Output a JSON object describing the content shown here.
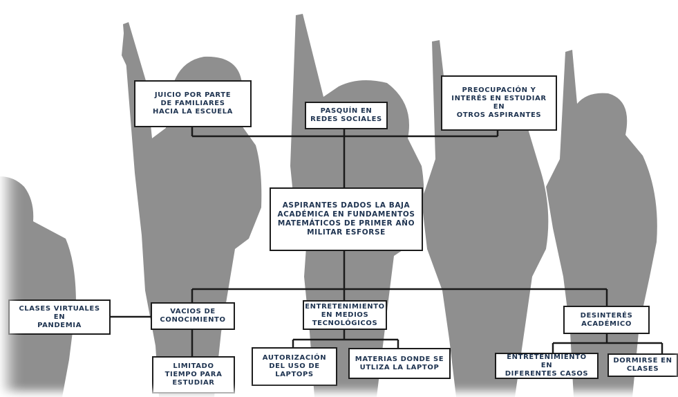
{
  "diagram": {
    "causes": [
      {
        "id": "c1",
        "text": "JUICIO POR PARTE\nDE FAMILIARES\nHACIA LA ESCUELA"
      },
      {
        "id": "c2",
        "text": "PASQUÍN EN\nREDES SOCIALES"
      },
      {
        "id": "c3",
        "text": "PREOCUPACIÓN Y\nINTERÉS EN ESTUDIAR EN\nOTROS ASPIRANTES"
      }
    ],
    "central": {
      "text": "ASPIRANTES DADOS LA BAJA\nACADÉMICA EN FUNDAMENTOS\nMATEMÁTICOS DE PRIMER AÑO\nMILITAR ESFORSE"
    },
    "effects": [
      {
        "id": "e1",
        "text": "VACIOS DE\nCONOCIMIENTO"
      },
      {
        "id": "e2",
        "text": "ENTRETENIMIENTO\nEN MEDIOS\nTECNOLÓGICOS"
      },
      {
        "id": "e3",
        "text": "DESINTERÉS\nACADÉMICO"
      }
    ],
    "sub_effects": [
      {
        "id": "s0",
        "text": "CLASES VIRTUALES EN\nPANDEMIA"
      },
      {
        "id": "s1",
        "text": "LIMITADO\nTIEMPO PARA\nESTUDIAR"
      },
      {
        "id": "s2",
        "text": "AUTORIZACIÓN\nDEL USO DE\nLAPTOPS"
      },
      {
        "id": "s3",
        "text": "MATERIAS DONDE SE\nUTLIZA LA LAPTOP"
      },
      {
        "id": "s4",
        "text": "ENTRETENIMIENTO EN\nDIFERENTES CASOS"
      },
      {
        "id": "s5",
        "text": "DORMIRSE EN\nCLASES"
      }
    ]
  },
  "colors": {
    "background": "#ffffff",
    "silhouette": "#8f8f8f",
    "box_text": "#1e3350",
    "border": "#1c1c1c"
  }
}
